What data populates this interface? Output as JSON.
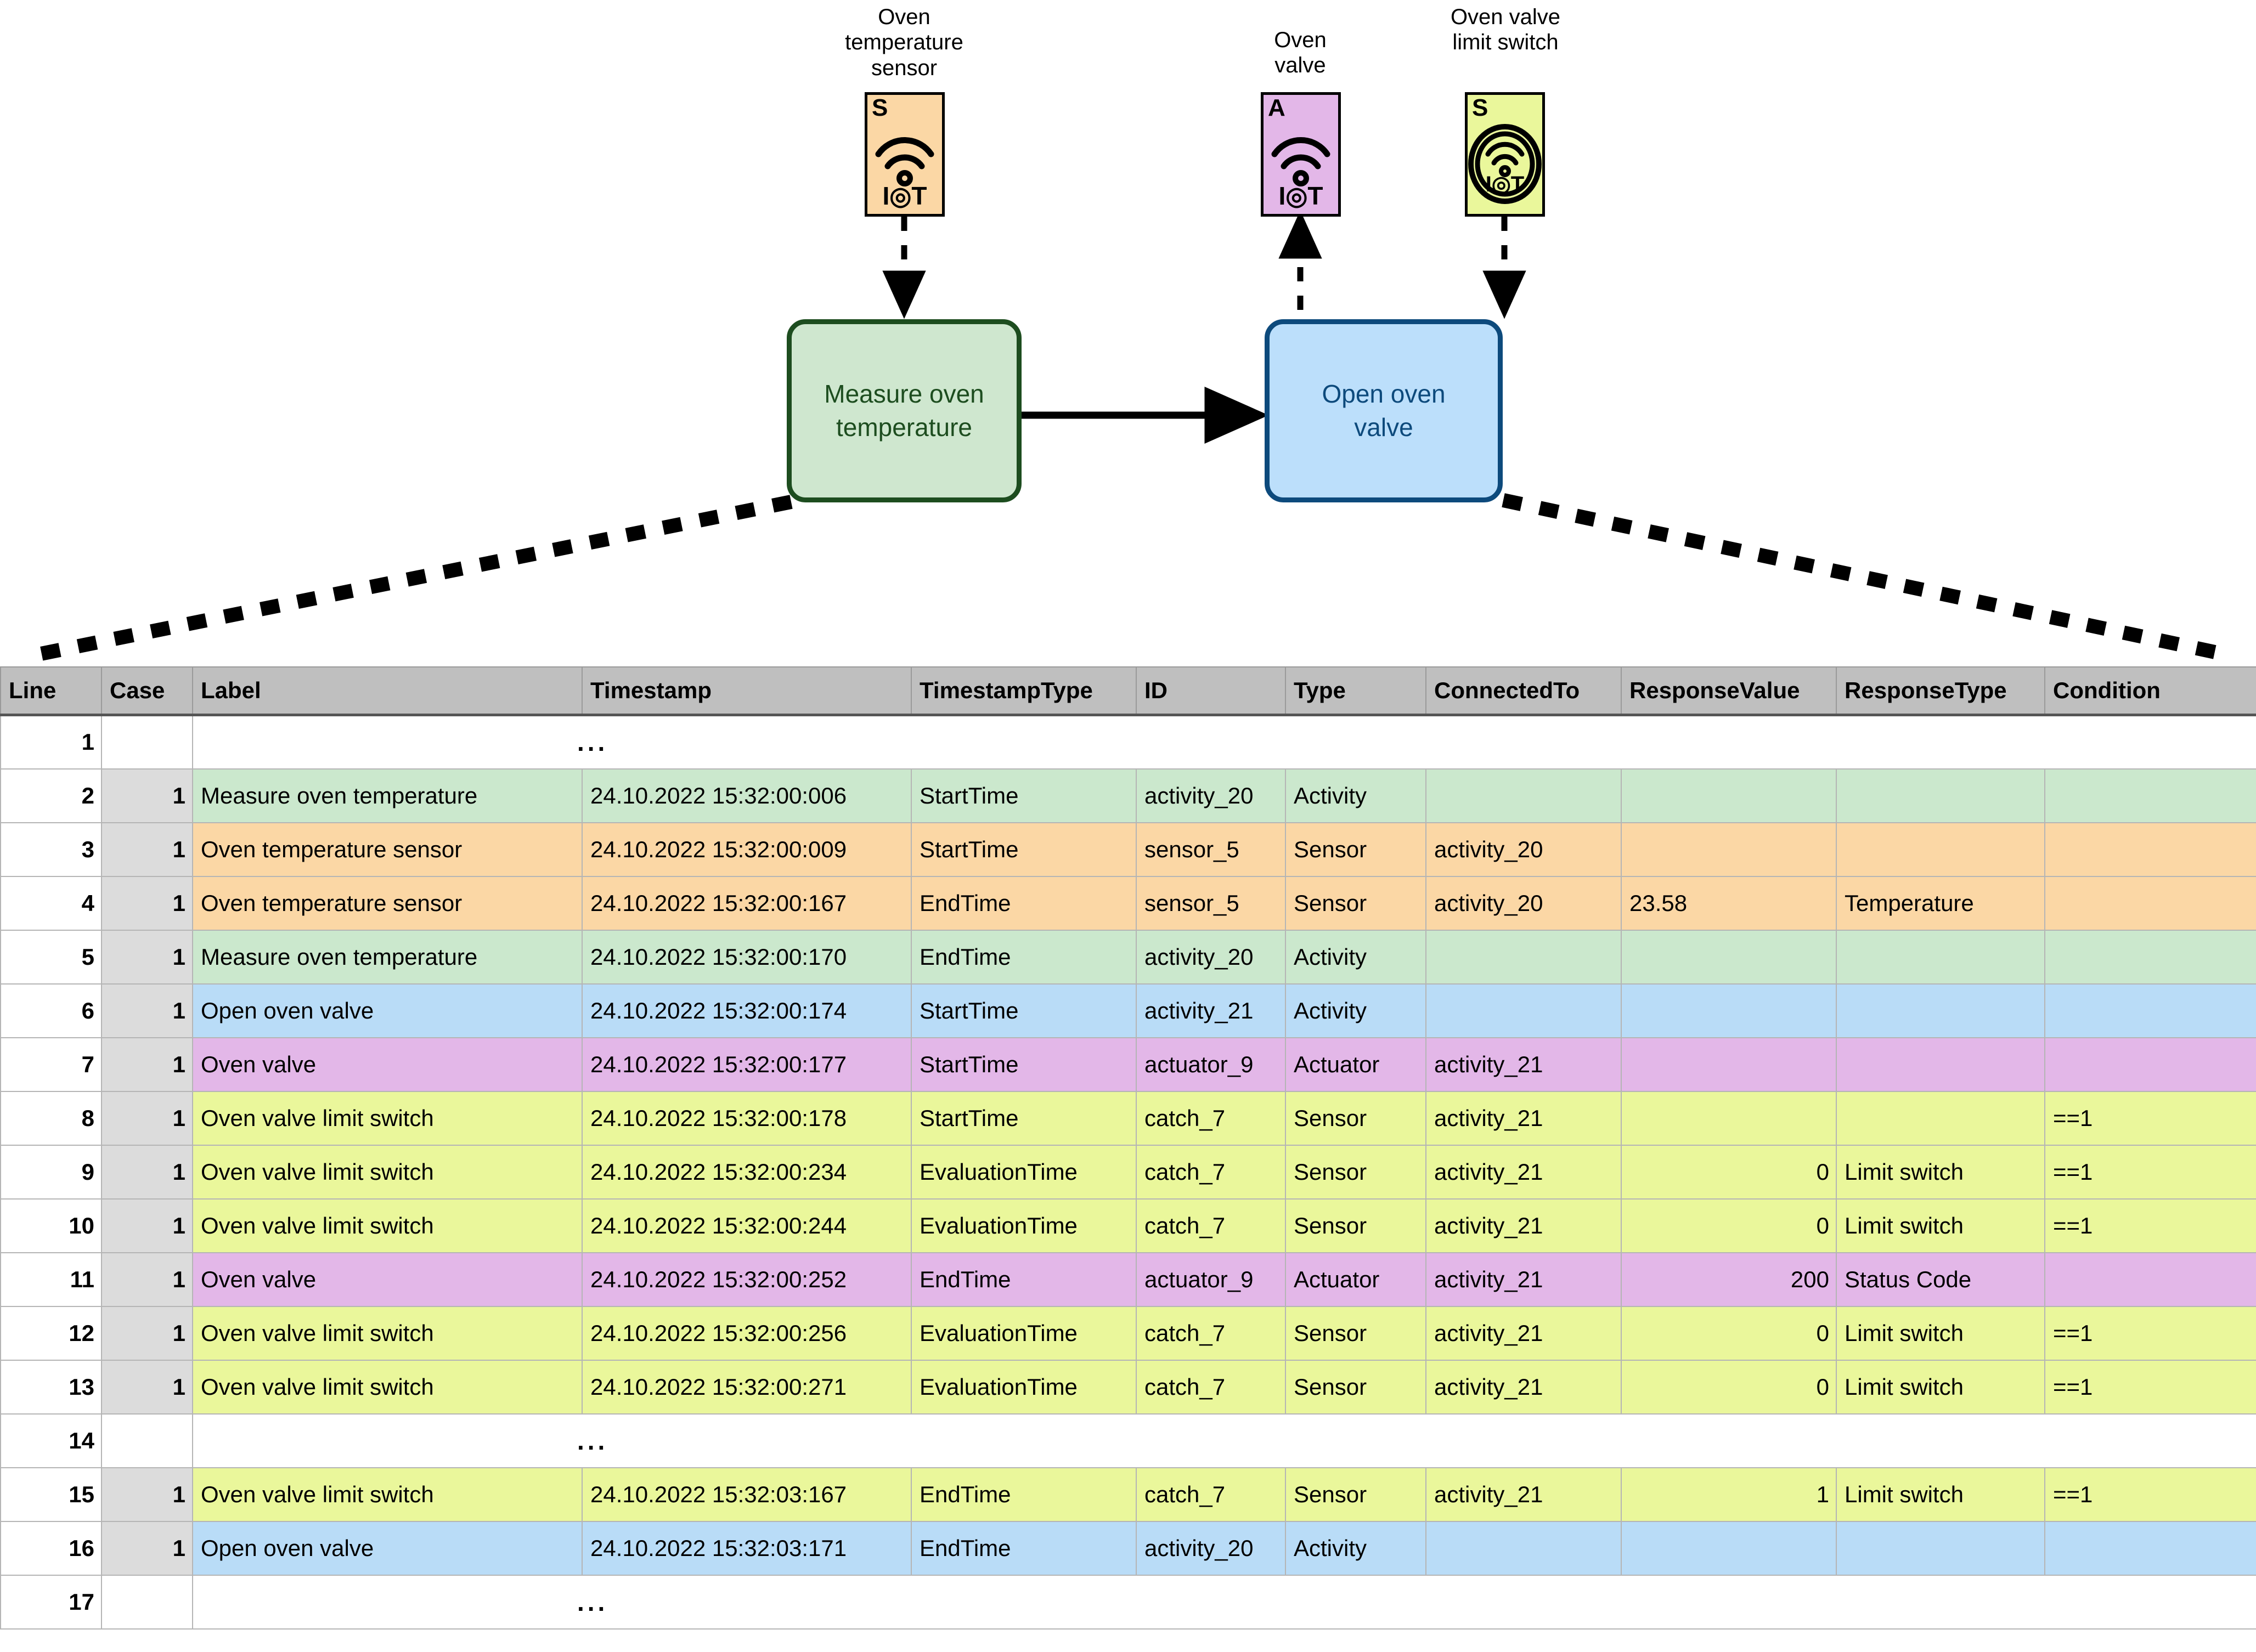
{
  "diagram": {
    "devices": [
      {
        "name": "oven-temperature-sensor",
        "label": "Oven\ntemperature\nsensor",
        "kind": "S",
        "icon": "iot-wifi-icon",
        "color": "#fbd7a5"
      },
      {
        "name": "oven-valve",
        "label": "Oven\nvalve",
        "kind": "A",
        "icon": "iot-wifi-icon",
        "color": "#e3b7e8"
      },
      {
        "name": "oven-valve-limit-switch",
        "label": "Oven valve\nlimit switch",
        "kind": "S",
        "icon": "iot-wifi-circled-icon",
        "color": "#eaf79b"
      }
    ],
    "activities": [
      {
        "name": "measure-oven-temperature",
        "label": "Measure oven\ntemperature",
        "fill": "#cfe7cf",
        "stroke": "#1d4d1f"
      },
      {
        "name": "open-oven-valve",
        "label": "Open oven\nvalve",
        "fill": "#bcdffb",
        "stroke": "#0d4a7c"
      }
    ]
  },
  "table": {
    "columns": [
      "Line",
      "Case",
      "Label",
      "Timestamp",
      "TimestampType",
      "ID",
      "Type",
      "ConnectedTo",
      "ResponseValue",
      "ResponseType",
      "Condition"
    ],
    "ellipsis": "...",
    "rows": [
      {
        "line": "1",
        "gap": true,
        "fill": "none"
      },
      {
        "line": "2",
        "case": "1",
        "label": "Measure oven temperature",
        "timestamp": "24.10.2022  15:32:00:006",
        "timestampType": "StartTime",
        "id": "activity_20",
        "type": "Activity",
        "connectedTo": "",
        "responseValue": "",
        "responseType": "",
        "condition": "",
        "fill": "green"
      },
      {
        "line": "3",
        "case": "1",
        "label": "Oven temperature sensor",
        "timestamp": "24.10.2022  15:32:00:009",
        "timestampType": "StartTime",
        "id": "sensor_5",
        "type": "Sensor",
        "connectedTo": "activity_20",
        "responseValue": "",
        "responseType": "",
        "condition": "",
        "fill": "orange"
      },
      {
        "line": "4",
        "case": "1",
        "label": "Oven temperature sensor",
        "timestamp": "24.10.2022  15:32:00:167",
        "timestampType": "EndTime",
        "id": "sensor_5",
        "type": "Sensor",
        "connectedTo": "activity_20",
        "responseValue": "23.58",
        "responseType": "Temperature",
        "condition": "",
        "fill": "orange",
        "responseValueAlign": "left"
      },
      {
        "line": "5",
        "case": "1",
        "label": "Measure oven temperature",
        "timestamp": "24.10.2022  15:32:00:170",
        "timestampType": "EndTime",
        "id": "activity_20",
        "type": "Activity",
        "connectedTo": "",
        "responseValue": "",
        "responseType": "",
        "condition": "",
        "fill": "green"
      },
      {
        "line": "6",
        "case": "1",
        "label": "Open oven valve",
        "timestamp": "24.10.2022  15:32:00:174",
        "timestampType": "StartTime",
        "id": "activity_21",
        "type": "Activity",
        "connectedTo": "",
        "responseValue": "",
        "responseType": "",
        "condition": "",
        "fill": "blue"
      },
      {
        "line": "7",
        "case": "1",
        "label": "Oven valve",
        "timestamp": "24.10.2022  15:32:00:177",
        "timestampType": "StartTime",
        "id": "actuator_9",
        "type": "Actuator",
        "connectedTo": "activity_21",
        "responseValue": "",
        "responseType": "",
        "condition": "",
        "fill": "purple"
      },
      {
        "line": "8",
        "case": "1",
        "label": "Oven valve limit switch",
        "timestamp": "24.10.2022  15:32:00:178",
        "timestampType": "StartTime",
        "id": "catch_7",
        "type": "Sensor",
        "connectedTo": "activity_21",
        "responseValue": "",
        "responseType": "",
        "condition": "==1",
        "fill": "yellow"
      },
      {
        "line": "9",
        "case": "1",
        "label": "Oven valve limit switch",
        "timestamp": "24.10.2022  15:32:00:234",
        "timestampType": "EvaluationTime",
        "id": "catch_7",
        "type": "Sensor",
        "connectedTo": "activity_21",
        "responseValue": "0",
        "responseType": "Limit switch",
        "condition": "==1",
        "fill": "yellow"
      },
      {
        "line": "10",
        "case": "1",
        "label": "Oven valve limit switch",
        "timestamp": "24.10.2022  15:32:00:244",
        "timestampType": "EvaluationTime",
        "id": "catch_7",
        "type": "Sensor",
        "connectedTo": "activity_21",
        "responseValue": "0",
        "responseType": "Limit switch",
        "condition": "==1",
        "fill": "yellow"
      },
      {
        "line": "11",
        "case": "1",
        "label": "Oven valve",
        "timestamp": "24.10.2022  15:32:00:252",
        "timestampType": "EndTime",
        "id": "actuator_9",
        "type": "Actuator",
        "connectedTo": "activity_21",
        "responseValue": "200",
        "responseType": "Status Code",
        "condition": "",
        "fill": "purple"
      },
      {
        "line": "12",
        "case": "1",
        "label": "Oven valve limit switch",
        "timestamp": "24.10.2022  15:32:00:256",
        "timestampType": "EvaluationTime",
        "id": "catch_7",
        "type": "Sensor",
        "connectedTo": "activity_21",
        "responseValue": "0",
        "responseType": "Limit switch",
        "condition": "==1",
        "fill": "yellow"
      },
      {
        "line": "13",
        "case": "1",
        "label": "Oven valve limit switch",
        "timestamp": "24.10.2022  15:32:00:271",
        "timestampType": "EvaluationTime",
        "id": "catch_7",
        "type": "Sensor",
        "connectedTo": "activity_21",
        "responseValue": "0",
        "responseType": "Limit switch",
        "condition": "==1",
        "fill": "yellow"
      },
      {
        "line": "14",
        "gap": true,
        "fill": "none"
      },
      {
        "line": "15",
        "case": "1",
        "label": "Oven valve limit switch",
        "timestamp": "24.10.2022  15:32:03:167",
        "timestampType": "EndTime",
        "id": "catch_7",
        "type": "Sensor",
        "connectedTo": "activity_21",
        "responseValue": "1",
        "responseType": "Limit switch",
        "condition": "==1",
        "fill": "yellow"
      },
      {
        "line": "16",
        "case": "1",
        "label": "Open oven valve",
        "timestamp": "24.10.2022  15:32:03:171",
        "timestampType": "EndTime",
        "id": "activity_20",
        "type": "Activity",
        "connectedTo": "",
        "responseValue": "",
        "responseType": "",
        "condition": "",
        "fill": "blue"
      },
      {
        "line": "17",
        "gap": true,
        "fill": "none"
      }
    ]
  }
}
